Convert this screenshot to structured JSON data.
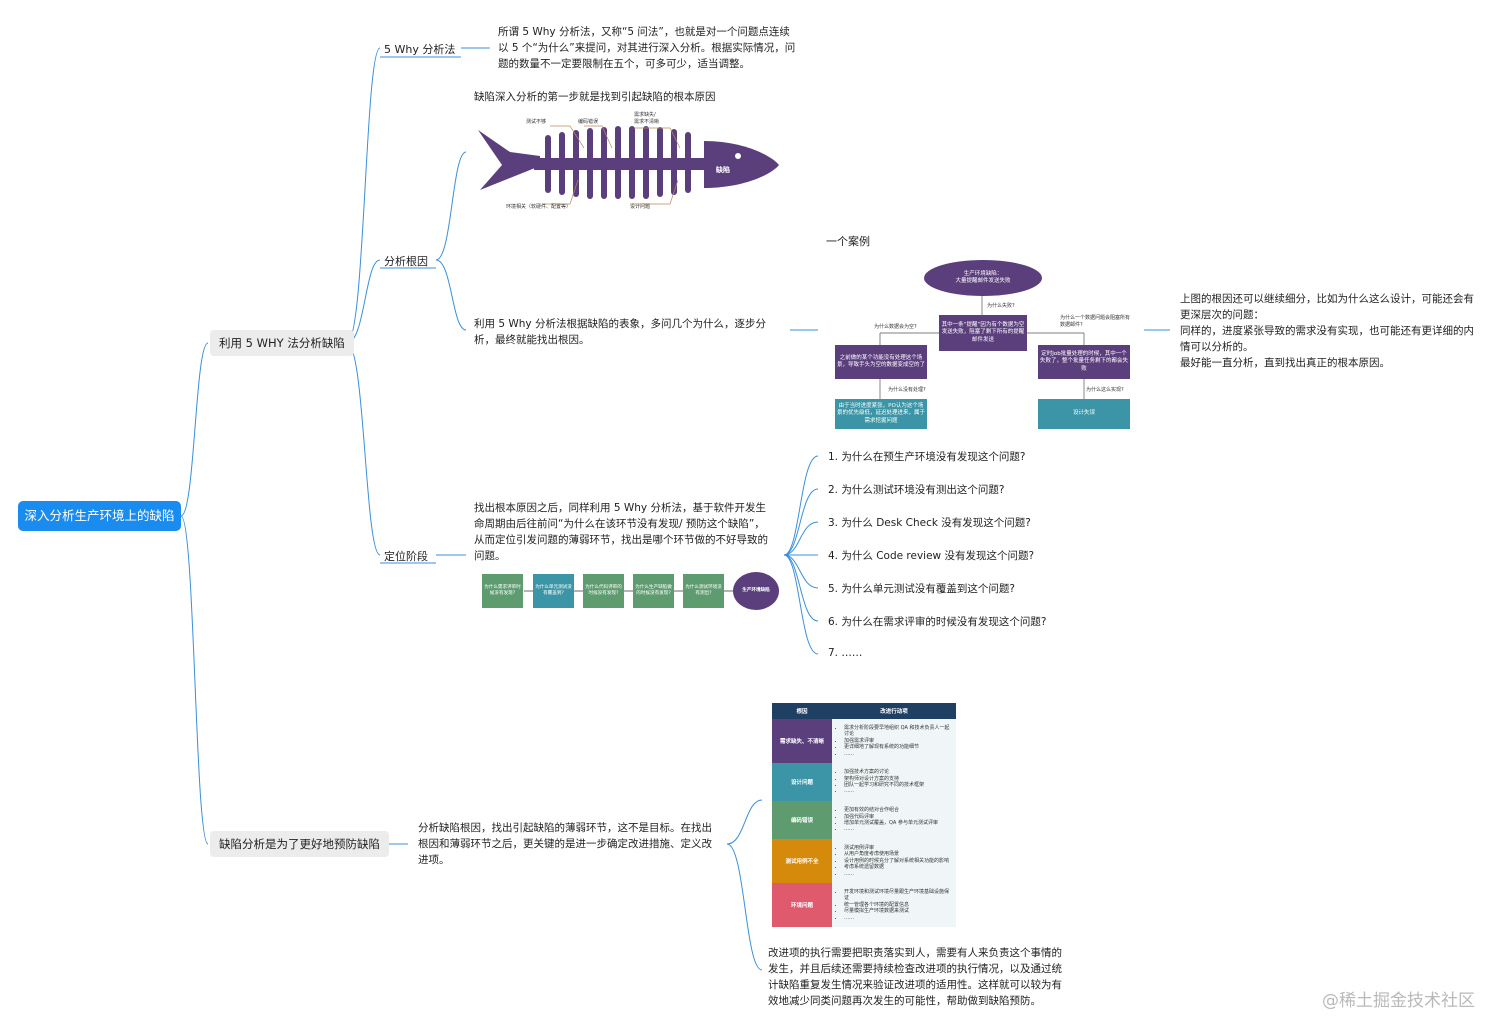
{
  "root": "深入分析生产环境上的缺陷",
  "branch1": {
    "label": "利用 5 WHY 法分析缺陷",
    "sub1": {
      "label": "5 Why 分析法",
      "text": [
        "所谓 5 Why 分析法，又称“5 问法”，也就是对一个问题点连续",
        "以 5 个“为什么”来提问，对其进行深入分析。根据实际情况，问",
        "题的数量不一定要限制在五个，可多可少，适当调整。"
      ]
    },
    "sub2": {
      "label": "分析根因",
      "fish_title": "缺陷深入分析的第一步就是找到引起缺陷的根本原因",
      "fish": {
        "head": "缺陷",
        "top_labels": [
          "测试不够",
          "编码错误",
          "需求缺失/",
          "需求不清晰"
        ],
        "bottom_labels": [
          "环境相关（软硬件、配置等）",
          "设计问题"
        ]
      },
      "text": [
        "利用 5 Why 分析法根据缺陷的表象，多问几个为什么，逐步分",
        "析，最终就能找出根因。"
      ],
      "case_title": "一个案例",
      "case": {
        "top": [
          "生产环境缺陷：",
          "大量提醒邮件发送失败"
        ],
        "q_main": "为什么失败?",
        "mid": "其中一条“提醒”因为有个数据为空发送失败，阻塞了剩下所有的提醒邮件发送",
        "q_left": "为什么数据会为空?",
        "q_right": "为什么一个数据问题会阻塞所有数据邮件?",
        "left1": "之前做的某个功能没有处理这个场景，导致手头为空的数据变成空的了",
        "right1": "定时Job批量处理的时候，其中一个失败了，整个批量任务剩下的都会失败",
        "q_left2": "为什么没有处理?",
        "q_right2": "为什么这么实现?",
        "left2": "由于当时进度紧张，PO认为这个场景的优先级低，延迟处理进来，属于需求挖掘问题",
        "right2": "设计失误"
      },
      "note": [
        "上图的根因还可以继续细分，比如为什么这么设计，可能还会有",
        "更深层次的问题：",
        "同样的，进度紧张导致的需求没有实现，也可能还有更详细的内",
        "情可以分析的。",
        "最好能一直分析，直到找出真正的根本原因。"
      ]
    },
    "sub3": {
      "label": "定位阶段",
      "text": [
        "找出根本原因之后，同样利用 5 Why 分析法，基于软件开发生",
        "命周期由后往前问“为什么在该环节没有发现/ 预防这个缺陷”，",
        "从而定位引发问题的薄弱环节，找出是哪个环节做的不好导致的",
        "问题。"
      ],
      "chain": {
        "start": "生产环境缺陷",
        "boxes": [
          "为什么需求评审时候没有发现?",
          "为什么单元测试没有覆盖到?",
          "为什么代码评审的时候没有发现?",
          "为什么生产缺陷做的时候没有发现?",
          "为什么测试环境没有测出?"
        ]
      },
      "questions": [
        "1. 为什么在预生产环境没有发现这个问题?",
        "2. 为什么测试环境没有测出这个问题?",
        "3. 为什么 Desk Check 没有发现这个问题?",
        "4. 为什么 Code review 没有发现这个问题?",
        "5. 为什么单元测试没有覆盖到这个问题?",
        "6. 为什么在需求评审的时候没有发现这个问题?",
        "7. ……"
      ]
    }
  },
  "branch2": {
    "label": "缺陷分析是为了更好地预防缺陷",
    "text": [
      "分析缺陷根因，找出引起缺陷的薄弱环节，这不是目标。在找出",
      "根因和薄弱环节之后，更关键的是进一步确定改进措施、定义改",
      "进项。"
    ],
    "table": {
      "headers": [
        "根因",
        "改进行动项"
      ],
      "rows": [
        {
          "key": "需求缺失、不清晰",
          "color": "#5b3f7d",
          "items": [
            "需求分析阶段要早地组织 QA 和技术负责人一起讨论",
            "加强需求评审",
            "更详细地了解现有系统的功能细节",
            "……"
          ]
        },
        {
          "key": "设计问题",
          "color": "#3b95a6",
          "items": [
            "加强技术方案的讨论",
            "架构师对设计方案的支持",
            "团队一起学习和研究不同的技术框架",
            "……"
          ]
        },
        {
          "key": "编码错误",
          "color": "#5e9c70",
          "items": [
            "更加有效的结对合作组合",
            "加强代码评审",
            "增加单元测试覆盖，QA 参与单元测试评审",
            "……"
          ]
        },
        {
          "key": "测试用例不全",
          "color": "#d68a0b",
          "items": [
            "测试用例评审",
            "从用户角度考虑使用场景",
            "设计用例的时候充分了解对系统相关功能的影响",
            "考虑系统遗留数据",
            "……"
          ]
        },
        {
          "key": "环境问题",
          "color": "#e05a6e",
          "items": [
            "开发环境和测试环境尽量跟生产环境基础设施保证",
            "统一管理各个环境的配置信息",
            "尽量模拟生产环境数据来测试",
            "……"
          ]
        }
      ]
    },
    "footer": [
      "改进项的执行需要把职责落实到人，需要有人来负责这个事情的",
      "发生，并且后续还需要持续检查改进项的执行情况，以及通过统",
      "计缺陷重复发生情况来验证改进项的适用性。这样就可以较为有",
      "效地减少同类问题再次发生的可能性，帮助做到缺陷预防。"
    ]
  },
  "watermark": "@稀土掘金技术社区"
}
